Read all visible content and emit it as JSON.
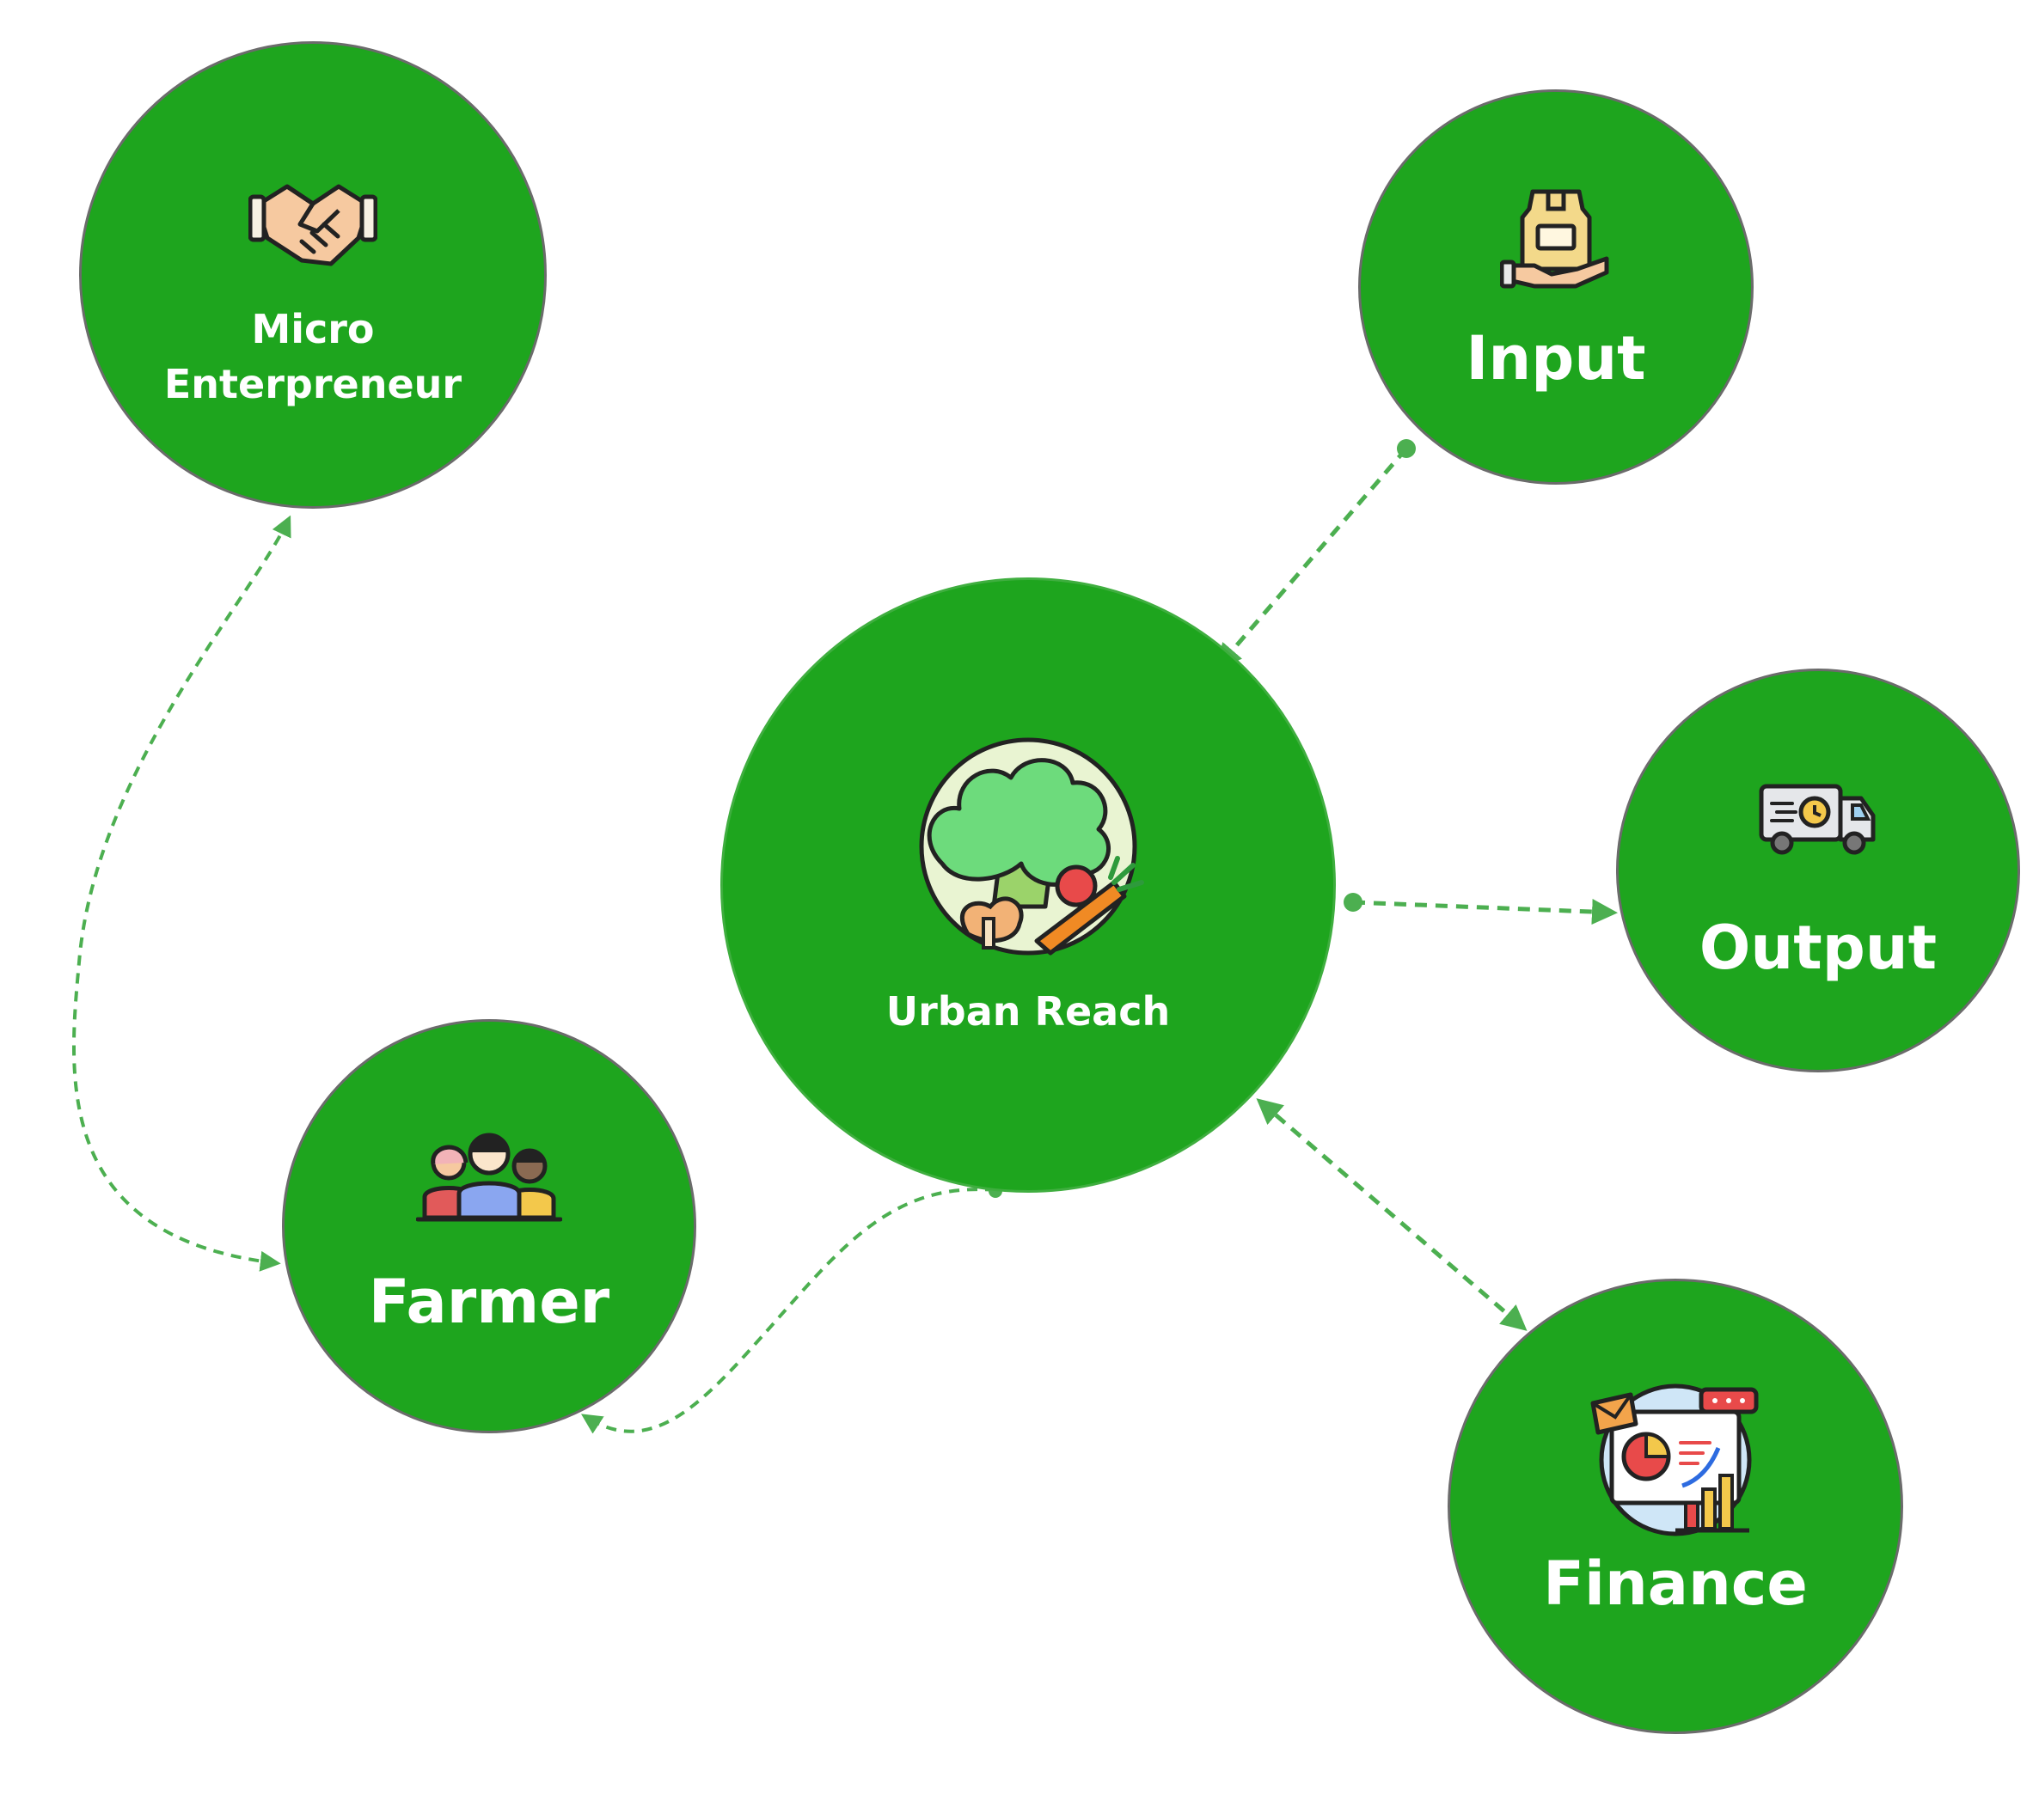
{
  "colors": {
    "node_fill": "#1ea51e",
    "node_border": "#6b6b6b",
    "connector": "#4caf50",
    "label_text": "#ffffff"
  },
  "nodes": {
    "center": {
      "label": "Urban Reach",
      "icon": "vegetables-icon"
    },
    "micro_entrepreneur": {
      "label_line1": "Micro",
      "label_line2": "Enterpreneur",
      "icon": "handshake-icon"
    },
    "input": {
      "label": "Input",
      "icon": "seed-bag-hand-icon"
    },
    "output": {
      "label": "Output",
      "icon": "delivery-truck-icon"
    },
    "farmer": {
      "label": "Farmer",
      "icon": "people-group-icon"
    },
    "finance": {
      "label": "Finance",
      "icon": "finance-presentation-icon"
    }
  },
  "connections": [
    {
      "from": "input",
      "to": "center",
      "style": "dashed-arrow"
    },
    {
      "from": "center",
      "to": "output",
      "style": "dashed-arrow"
    },
    {
      "from": "center",
      "to": "finance",
      "style": "dashed-double-arrow"
    },
    {
      "from": "center",
      "to": "farmer",
      "style": "dashed-arrow"
    },
    {
      "from": "farmer",
      "to": "micro_entrepreneur",
      "style": "dashed-double-arrow"
    }
  ]
}
